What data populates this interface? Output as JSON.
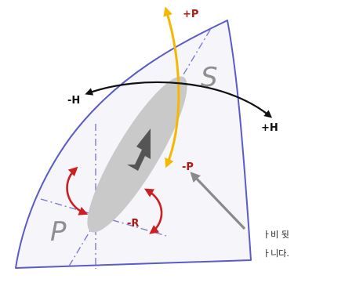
{
  "labels": {
    "plus_p": "+P",
    "minus_p_partial": "-P",
    "minus_h": "-H",
    "plus_h": "+H",
    "minus_r": "-R",
    "s_letter": "S",
    "p_letter": "P"
  },
  "side_text": {
    "line1": "ㅏ비 뒷",
    "line2": "ㅏ니다."
  },
  "colors": {
    "hull_outline": "#5b5bc8",
    "hull_fill": "#f6f6fa",
    "dash_axis": "#7a7ad8",
    "ellipse_fill": "#c9c9c9",
    "dark_arrow": "#555555",
    "yellow_arrow": "#f5b800",
    "red_arrow": "#cc1f1f",
    "black_arrow": "#111111",
    "grey_pointer": "#8a8a8a",
    "red_label": "#b01818",
    "black_label": "#111111",
    "letter_grey": "#8f8f8f"
  },
  "icons": {
    "yellow_arrow": "double-headed-curved-arrow",
    "black_arrow": "double-headed-curved-arrow",
    "red_arrows": "curved-rotation-arrow",
    "dark_arrow": "block-arrow",
    "pointer": "line-arrow"
  }
}
